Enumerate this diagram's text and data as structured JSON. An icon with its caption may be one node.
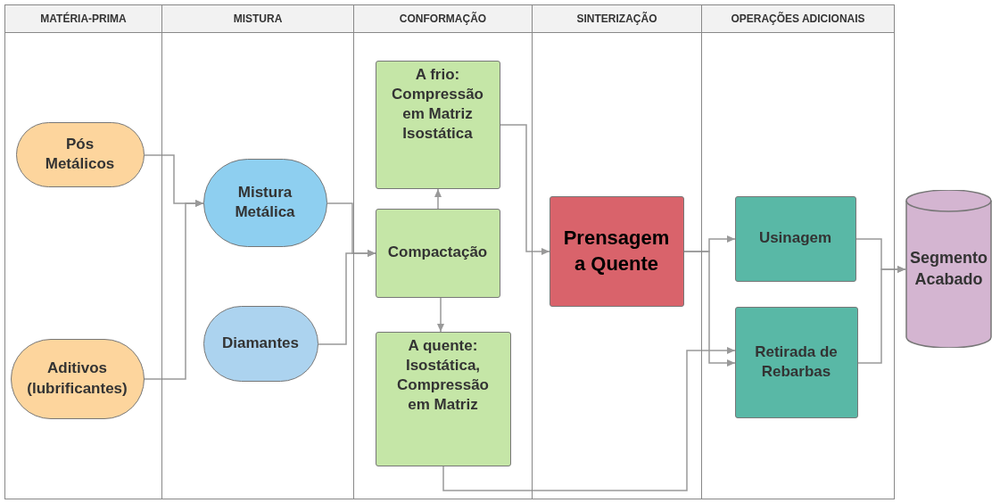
{
  "diagram": {
    "nodes": [
      {
        "text": [
          "MATÉRIA-PRIMA"
        ]
      },
      {
        "text": [
          "MISTURA"
        ]
      },
      {
        "text": [
          "CONFORMAÇÃO"
        ]
      },
      {
        "text": [
          "SINTERIZAÇÃO"
        ]
      },
      {
        "text": [
          "OPERAÇÕES ADICIONAIS"
        ]
      },
      {
        "text": [
          "Pós Metálicos"
        ],
        "in": 0
      },
      {
        "text": [
          "Aditivos (lubrificantes)"
        ],
        "in": 0
      },
      {
        "text": [
          "Mistura Metálica"
        ],
        "in": 1
      },
      {
        "text": [
          "Diamantes"
        ],
        "in": 1
      },
      {
        "text": [
          "A frio: Compressão em Matriz Isostática"
        ],
        "in": 2
      },
      {
        "text": [
          "Compactação"
        ],
        "in": 2
      },
      {
        "text": [
          "A quente: Isostática, Compressão em Matriz"
        ],
        "in": 2
      },
      {
        "text": [
          "Prensagem a Quente"
        ],
        "in": 3
      },
      {
        "text": [
          "Usinagem"
        ],
        "in": 4
      },
      {
        "text": [
          "Retirada de Rebarbas"
        ],
        "in": 4
      },
      {
        "text": [
          "Segmento Acabado"
        ]
      }
    ],
    "edges": [
      {
        "from": 5,
        "to": 7,
        "arrow": "to"
      },
      {
        "from": 6,
        "to": 7,
        "arrow": "to"
      },
      {
        "from": 7,
        "to": 10,
        "arrow": "to"
      },
      {
        "from": 8,
        "to": 10,
        "arrow": "to"
      },
      {
        "from": 10,
        "to": 9,
        "arrow": "to"
      },
      {
        "from": 10,
        "to": 11,
        "arrow": "to"
      },
      {
        "from": 9,
        "to": 12,
        "arrow": "to"
      },
      {
        "from": 12,
        "to": 13,
        "arrow": "to"
      },
      {
        "from": 12,
        "to": 14,
        "arrow": "to"
      },
      {
        "from": 11,
        "to": 14,
        "arrow": "to"
      },
      {
        "from": 13,
        "to": 15,
        "arrow": "to"
      },
      {
        "from": 14,
        "to": 15,
        "arrow": "to"
      }
    ]
  }
}
